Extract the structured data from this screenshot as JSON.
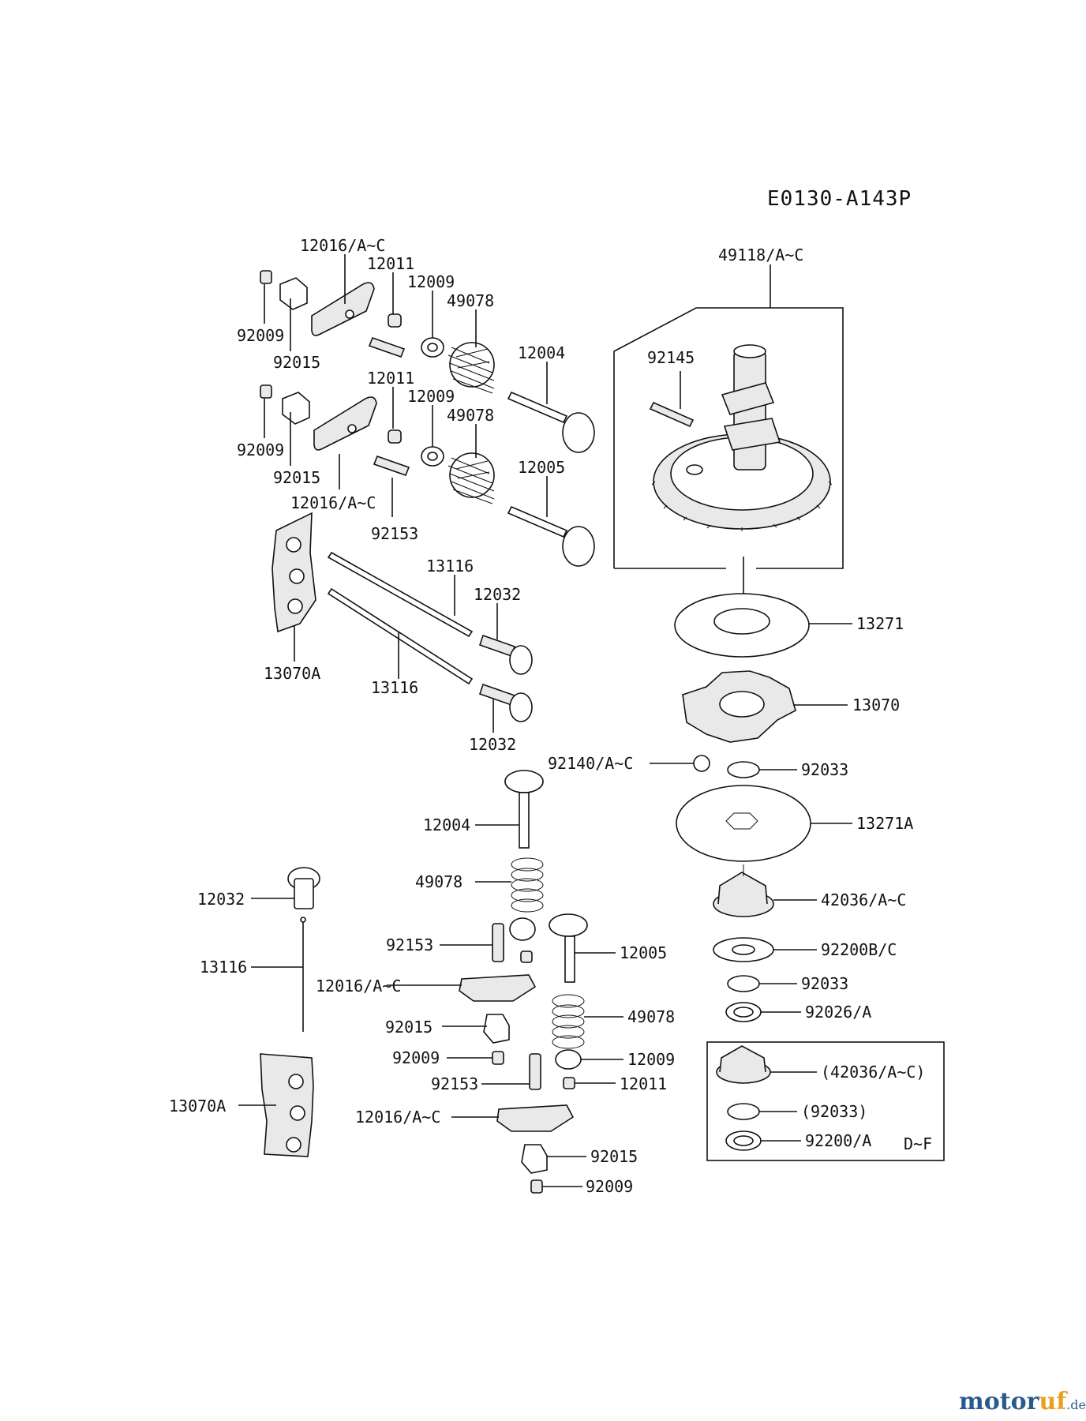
{
  "diagram_code": "E0130-A143P",
  "watermark": {
    "text1": "motor",
    "text2": "uf",
    "text3": ".de"
  },
  "labels": [
    "12016/A~C",
    "12011",
    "12009",
    "49078",
    "92009",
    "92015",
    "12004",
    "12011",
    "12009",
    "49078",
    "92009",
    "92015",
    "12016/A~C",
    "92153",
    "12005",
    "13116",
    "12032",
    "13070A",
    "13116",
    "12032",
    "49118/A~C",
    "92145",
    "13271",
    "13070",
    "92140/A~C",
    "92033",
    "13271A",
    "12004",
    "49078",
    "12032",
    "92153",
    "12005",
    "13116",
    "12016/A~C",
    "49078",
    "92015",
    "92009",
    "12009",
    "92153",
    "12011",
    "13070A",
    "12016/A~C",
    "92015",
    "92009",
    "42036/A~C",
    "92200B/C",
    "92033",
    "92026/A",
    "(42036/A~C)",
    "(92033)",
    "92200/A",
    "D~F"
  ]
}
